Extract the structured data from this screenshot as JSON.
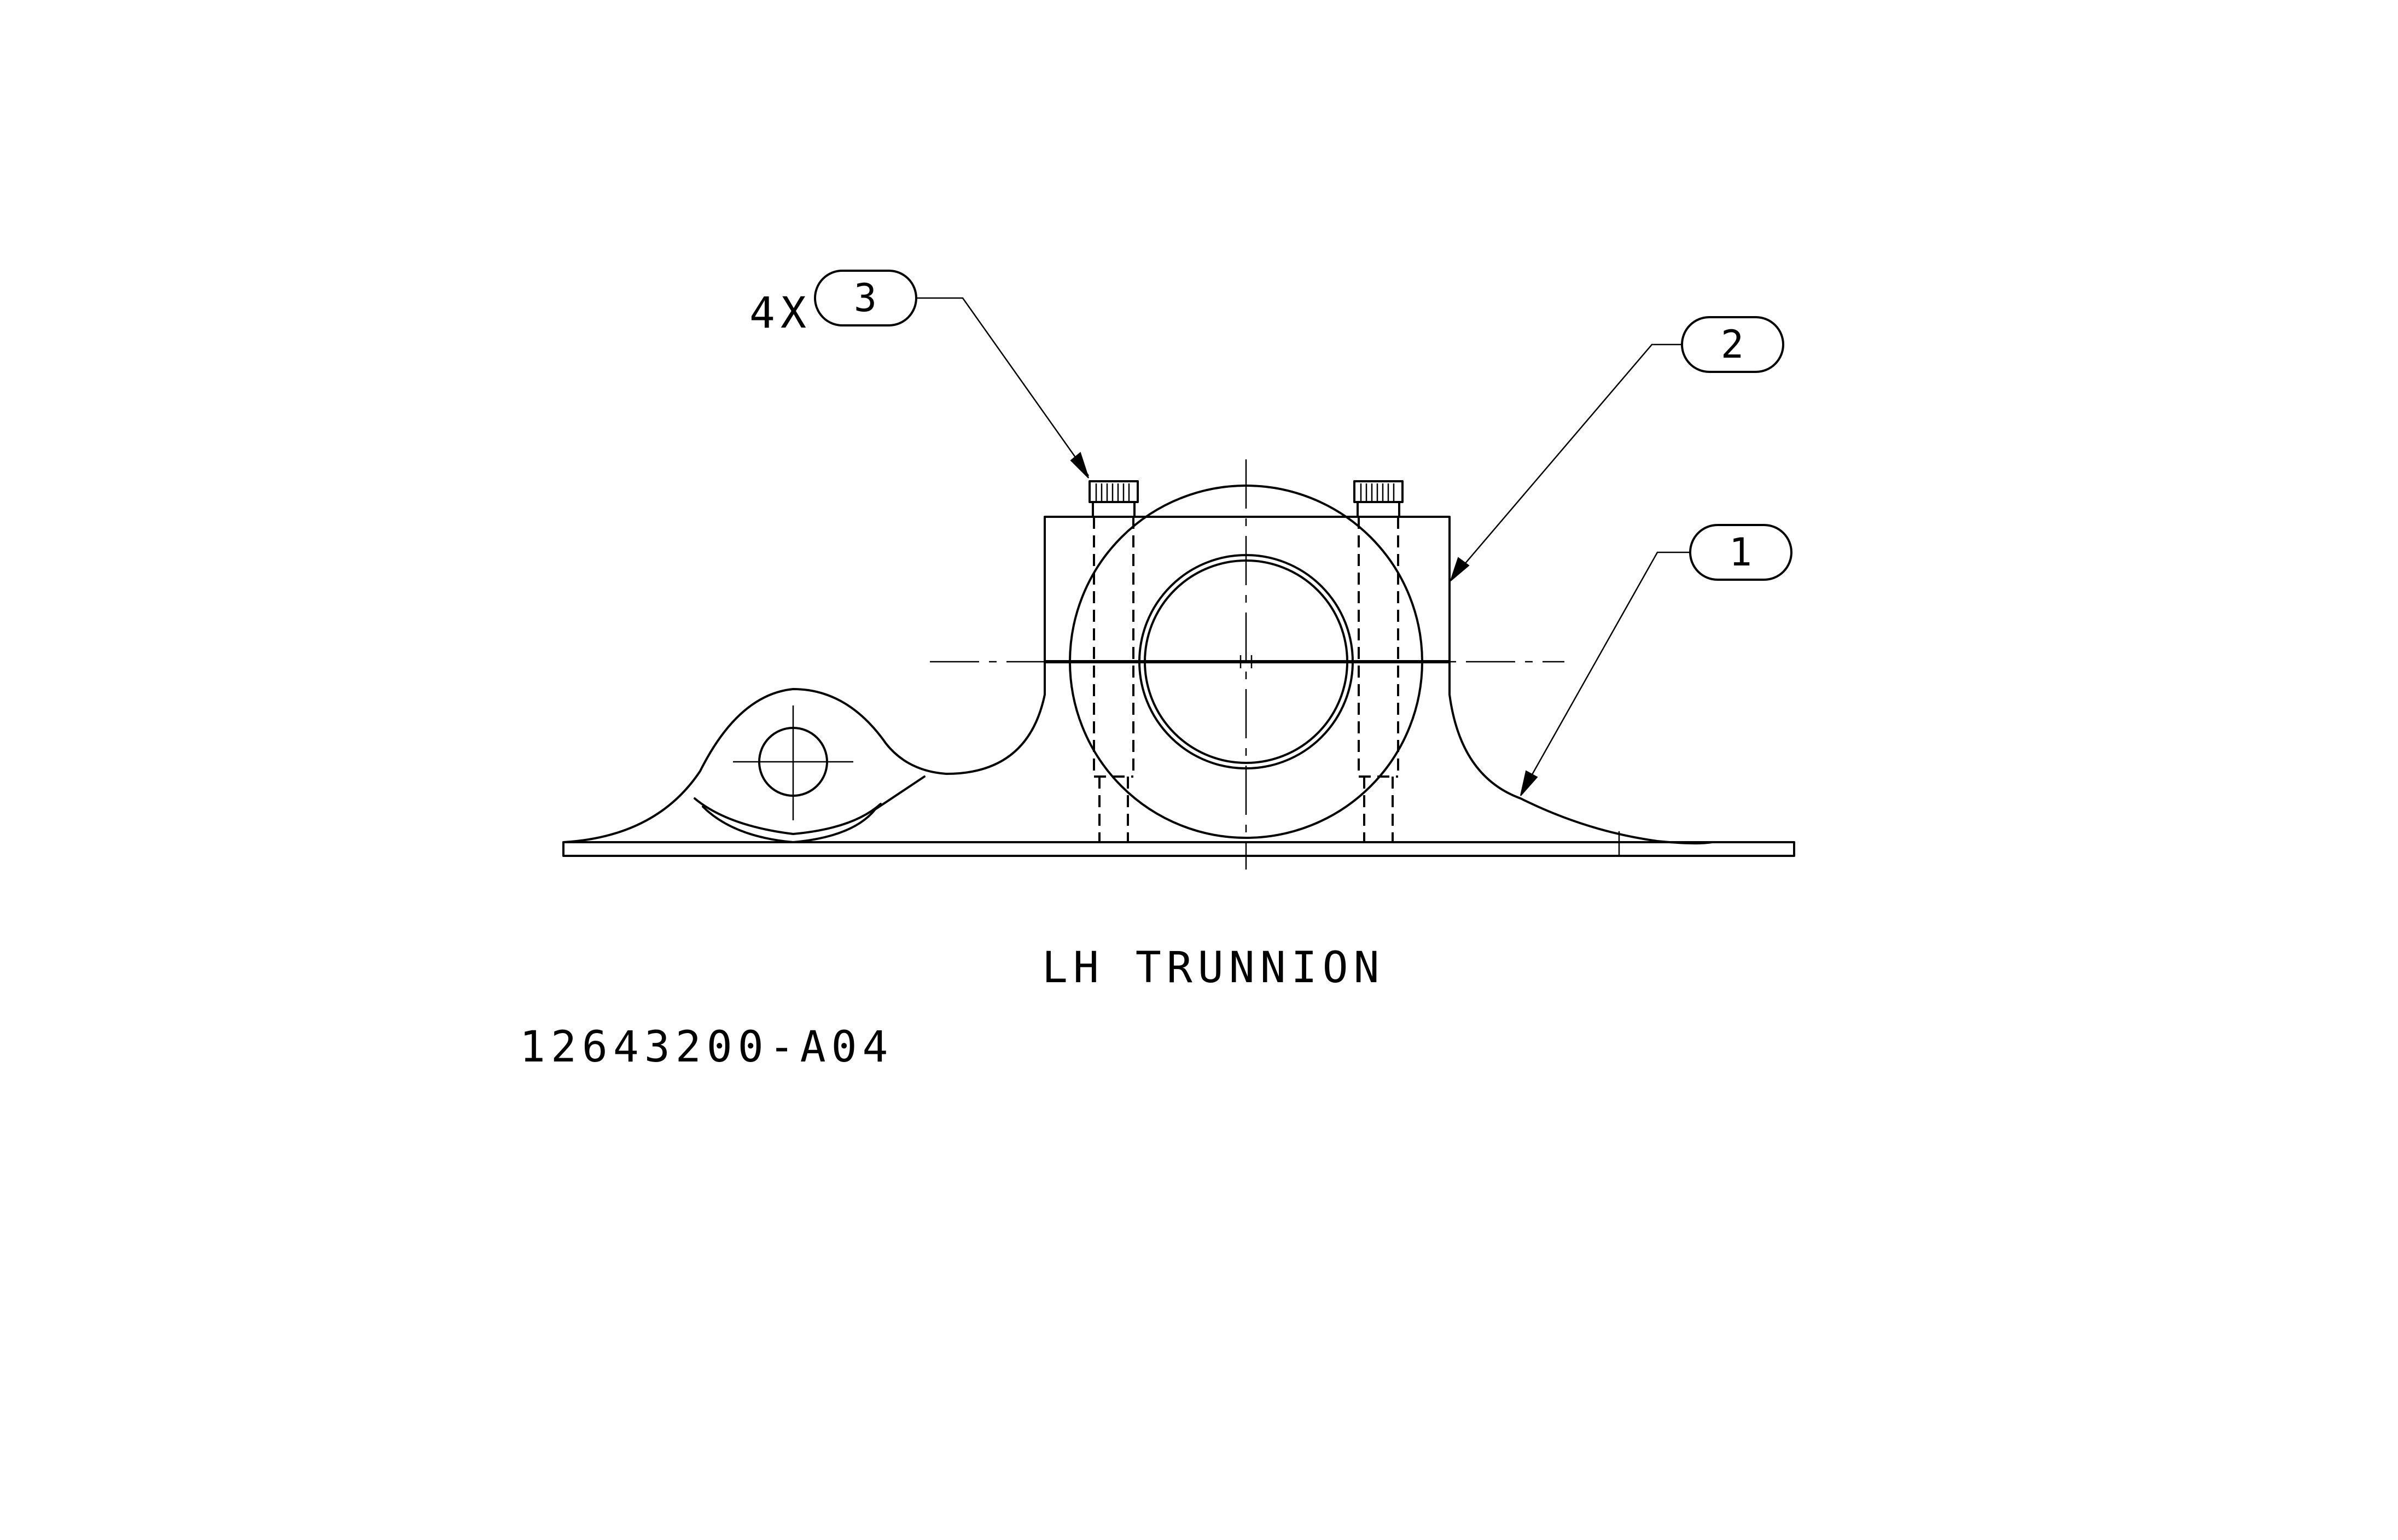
{
  "balloons": [
    {
      "id": "3",
      "label": "3",
      "qty_prefix": "4X"
    },
    {
      "id": "2",
      "label": "2",
      "qty_prefix": ""
    },
    {
      "id": "1",
      "label": "1",
      "qty_prefix": ""
    }
  ],
  "view_title": "LH TRUNNION",
  "drawing_number": "12643200-A04"
}
